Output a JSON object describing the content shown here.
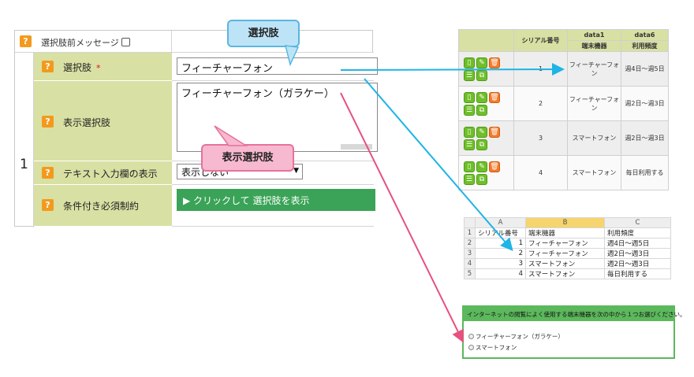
{
  "form": {
    "top_row_label": "選択肢前メッセージ",
    "row_number": "1",
    "rows": [
      {
        "label": "選択肢",
        "required_mark": "*"
      },
      {
        "label": "表示選択肢"
      },
      {
        "label": "テキスト入力欄の表示"
      },
      {
        "label": "条件付き必須制約"
      }
    ],
    "choice_input_value": "フィーチャーフォン",
    "display_choice_value": "フィーチャーフォン（ガラケー）",
    "text_input_select_value": "表示しない",
    "conditional_button_label": "クリックして 選択肢を表示",
    "question_icon": "?"
  },
  "callouts": {
    "blue": "選択肢",
    "pink": "表示選択肢"
  },
  "data_table": {
    "headers_top": [
      "",
      "シリアル番号",
      "data1",
      "data6"
    ],
    "headers_sub": [
      "端末機器",
      "利用頻度"
    ],
    "rows": [
      {
        "serial": "1",
        "device": "フィーチャーフォン",
        "freq": "週4日～週5日"
      },
      {
        "serial": "2",
        "device": "フィーチャーフォン",
        "freq": "週2日～週3日"
      },
      {
        "serial": "3",
        "device": "スマートフォン",
        "freq": "週2日～週3日"
      },
      {
        "serial": "4",
        "device": "スマートフォン",
        "freq": "毎日利用する"
      }
    ],
    "row_icons": [
      "phone-icon",
      "edit-icon",
      "delete-icon",
      "list-icon",
      "copy-icon"
    ]
  },
  "spreadsheet": {
    "col_headers": [
      "A",
      "B",
      "C"
    ],
    "rows": [
      {
        "n": "1",
        "a": "シリアル番号",
        "b": "端末機器",
        "c": "利用頻度"
      },
      {
        "n": "2",
        "a": "1",
        "b": "フィーチャーフォン",
        "c": "週4日～週5日"
      },
      {
        "n": "3",
        "a": "2",
        "b": "フィーチャーフォン",
        "c": "週2日～週3日"
      },
      {
        "n": "4",
        "a": "3",
        "b": "スマートフォン",
        "c": "週2日～週3日"
      },
      {
        "n": "5",
        "a": "4",
        "b": "スマートフォン",
        "c": "毎日利用する"
      }
    ]
  },
  "survey": {
    "question": "インターネットの閲覧によく使用する端末機器を次の中から１つお選びください。",
    "options": [
      "フィーチャーフォン（ガラケー）",
      "スマートフォン"
    ]
  },
  "colors": {
    "label_bg": "#d9e0a3",
    "accent_green": "#3aa357",
    "question_icon": "#f39a1d",
    "arrow_blue": "#1eb4e6",
    "arrow_pink": "#e7507f"
  }
}
